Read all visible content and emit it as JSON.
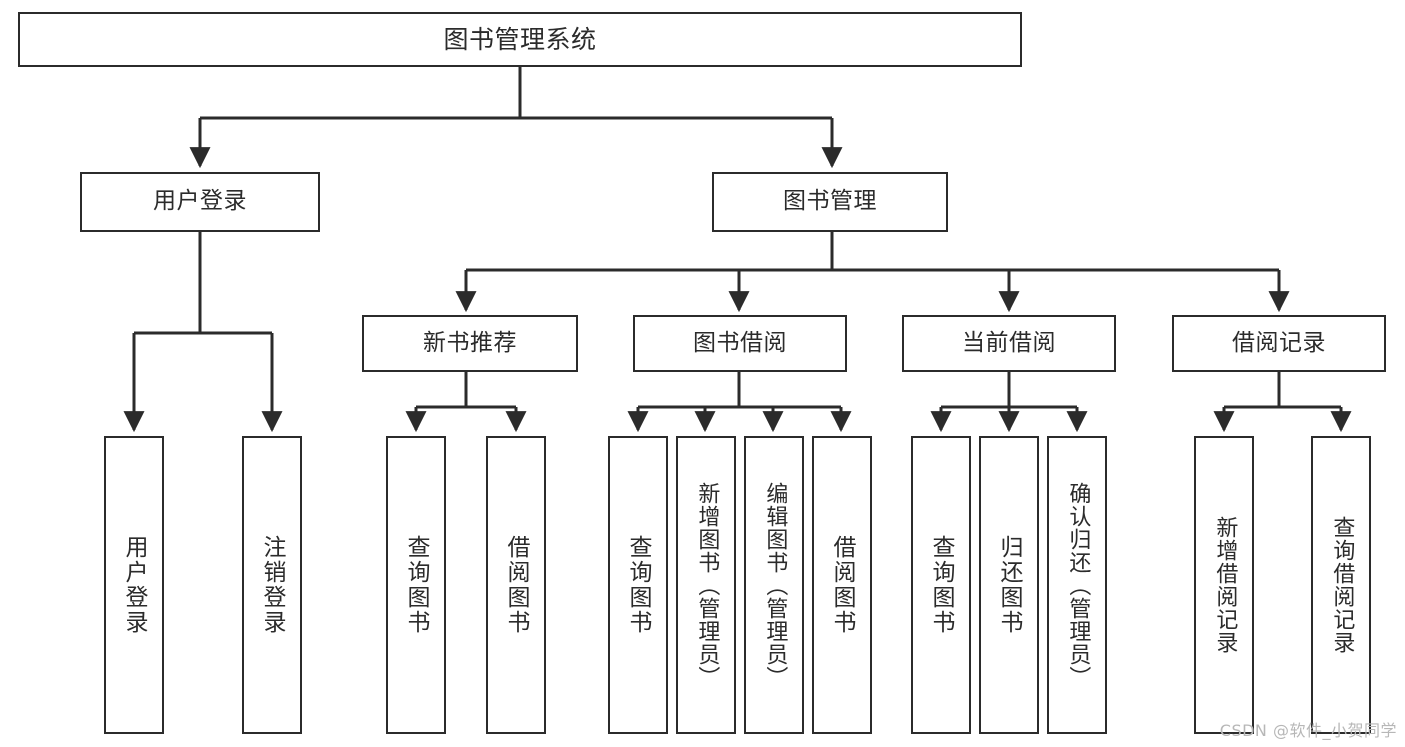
{
  "diagram": {
    "type": "tree-hierarchy-chart",
    "title": "图书管理系统",
    "line_color": "#2b2b2b",
    "background_color": "#ffffff",
    "watermark": "CSDN @软件_小贺同学",
    "levels": {
      "root": {
        "label": "图书管理系统"
      },
      "level2": [
        {
          "label": "用户登录"
        },
        {
          "label": "图书管理"
        }
      ],
      "level3": [
        {
          "label": "新书推荐"
        },
        {
          "label": "图书借阅"
        },
        {
          "label": "当前借阅"
        },
        {
          "label": "借阅记录"
        }
      ],
      "leaves": {
        "user_login": [
          {
            "label": "用户登录"
          },
          {
            "label": "注销登录"
          }
        ],
        "new_book_recommend": [
          {
            "label": "查询图书"
          },
          {
            "label": "借阅图书"
          }
        ],
        "book_borrow": [
          {
            "label": "查询图书"
          },
          {
            "label": "新增图书（管理员）"
          },
          {
            "label": "编辑图书（管理员）"
          },
          {
            "label": "借阅图书"
          }
        ],
        "current_borrow": [
          {
            "label": "查询图书"
          },
          {
            "label": "归还图书"
          },
          {
            "label": "确认归还（管理员）"
          }
        ],
        "borrow_record": [
          {
            "label": "新增借阅记录"
          },
          {
            "label": "查询借阅记录"
          }
        ]
      }
    }
  }
}
